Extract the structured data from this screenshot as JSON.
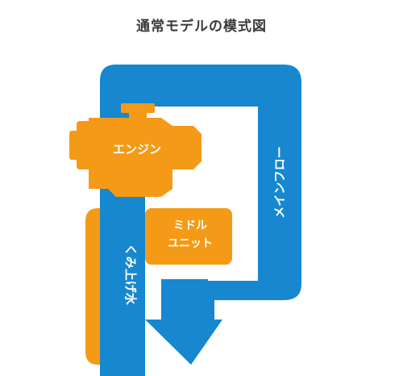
{
  "title": "通常モデルの模式図",
  "labels": {
    "engine": "エンジン",
    "middle_unit_line1": "ミドル",
    "middle_unit_line2": "ユニット",
    "main_flow": "メインフロー",
    "pumped_water": "くみ上げ水"
  },
  "colors": {
    "blue": "#1787d0",
    "orange": "#f59a16",
    "title_text": "#3a3a3a",
    "label_text": "#ffffff"
  },
  "icons": {
    "engine": "engine-block-icon",
    "flow_arrow": "down-arrow-icon"
  }
}
